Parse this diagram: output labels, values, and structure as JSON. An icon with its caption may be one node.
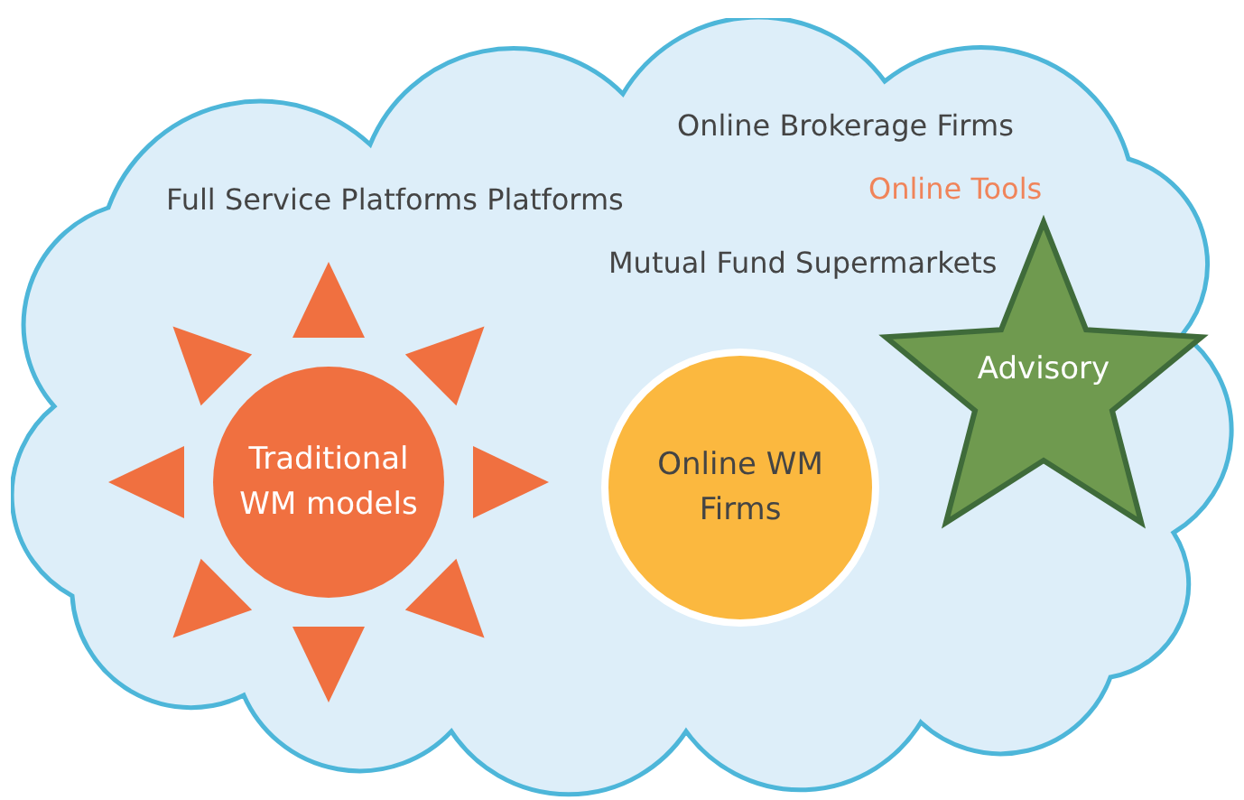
{
  "diagram": {
    "nodes": [
      {
        "text": [],
        "shape": "cloud"
      },
      {
        "text": [
          "Traditional WM models"
        ],
        "in": 0
      },
      {
        "text": [
          "Online WM Firms"
        ],
        "in": 0
      },
      {
        "text": [
          "Advisory"
        ],
        "in": 0
      }
    ],
    "labels": [
      "Online Brokerage Firms",
      "Full Service Platforms Platforms",
      "Online Tools",
      "Mutual Fund Supermarkets"
    ]
  }
}
